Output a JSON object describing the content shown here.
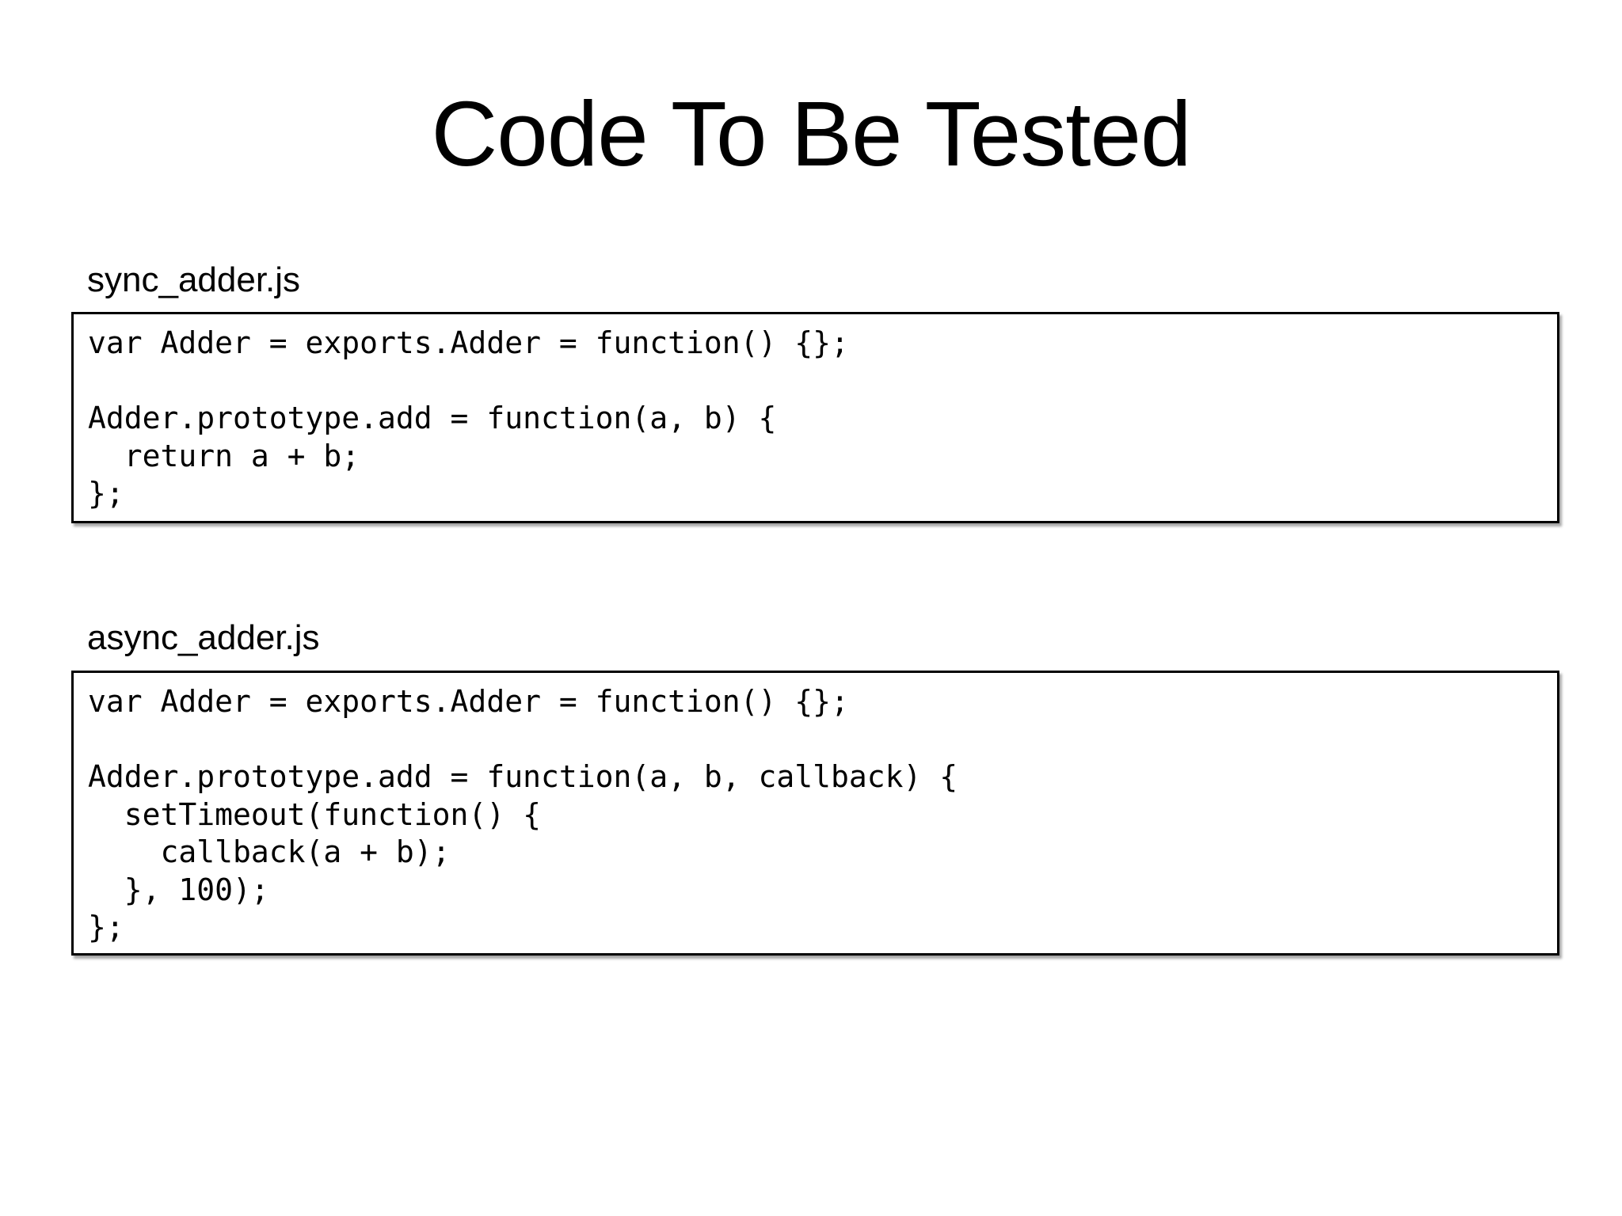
{
  "slide": {
    "title": "Code To Be Tested",
    "colors": {
      "background": "#ffffff",
      "text": "#000000",
      "box_border": "#000000"
    },
    "sections": [
      {
        "filename": "sync_adder.js",
        "code": "var Adder = exports.Adder = function() {};\n\nAdder.prototype.add = function(a, b) {\n  return a + b;\n};"
      },
      {
        "filename": "async_adder.js",
        "code": "var Adder = exports.Adder = function() {};\n\nAdder.prototype.add = function(a, b, callback) {\n  setTimeout(function() {\n    callback(a + b);\n  }, 100);\n};"
      }
    ]
  }
}
